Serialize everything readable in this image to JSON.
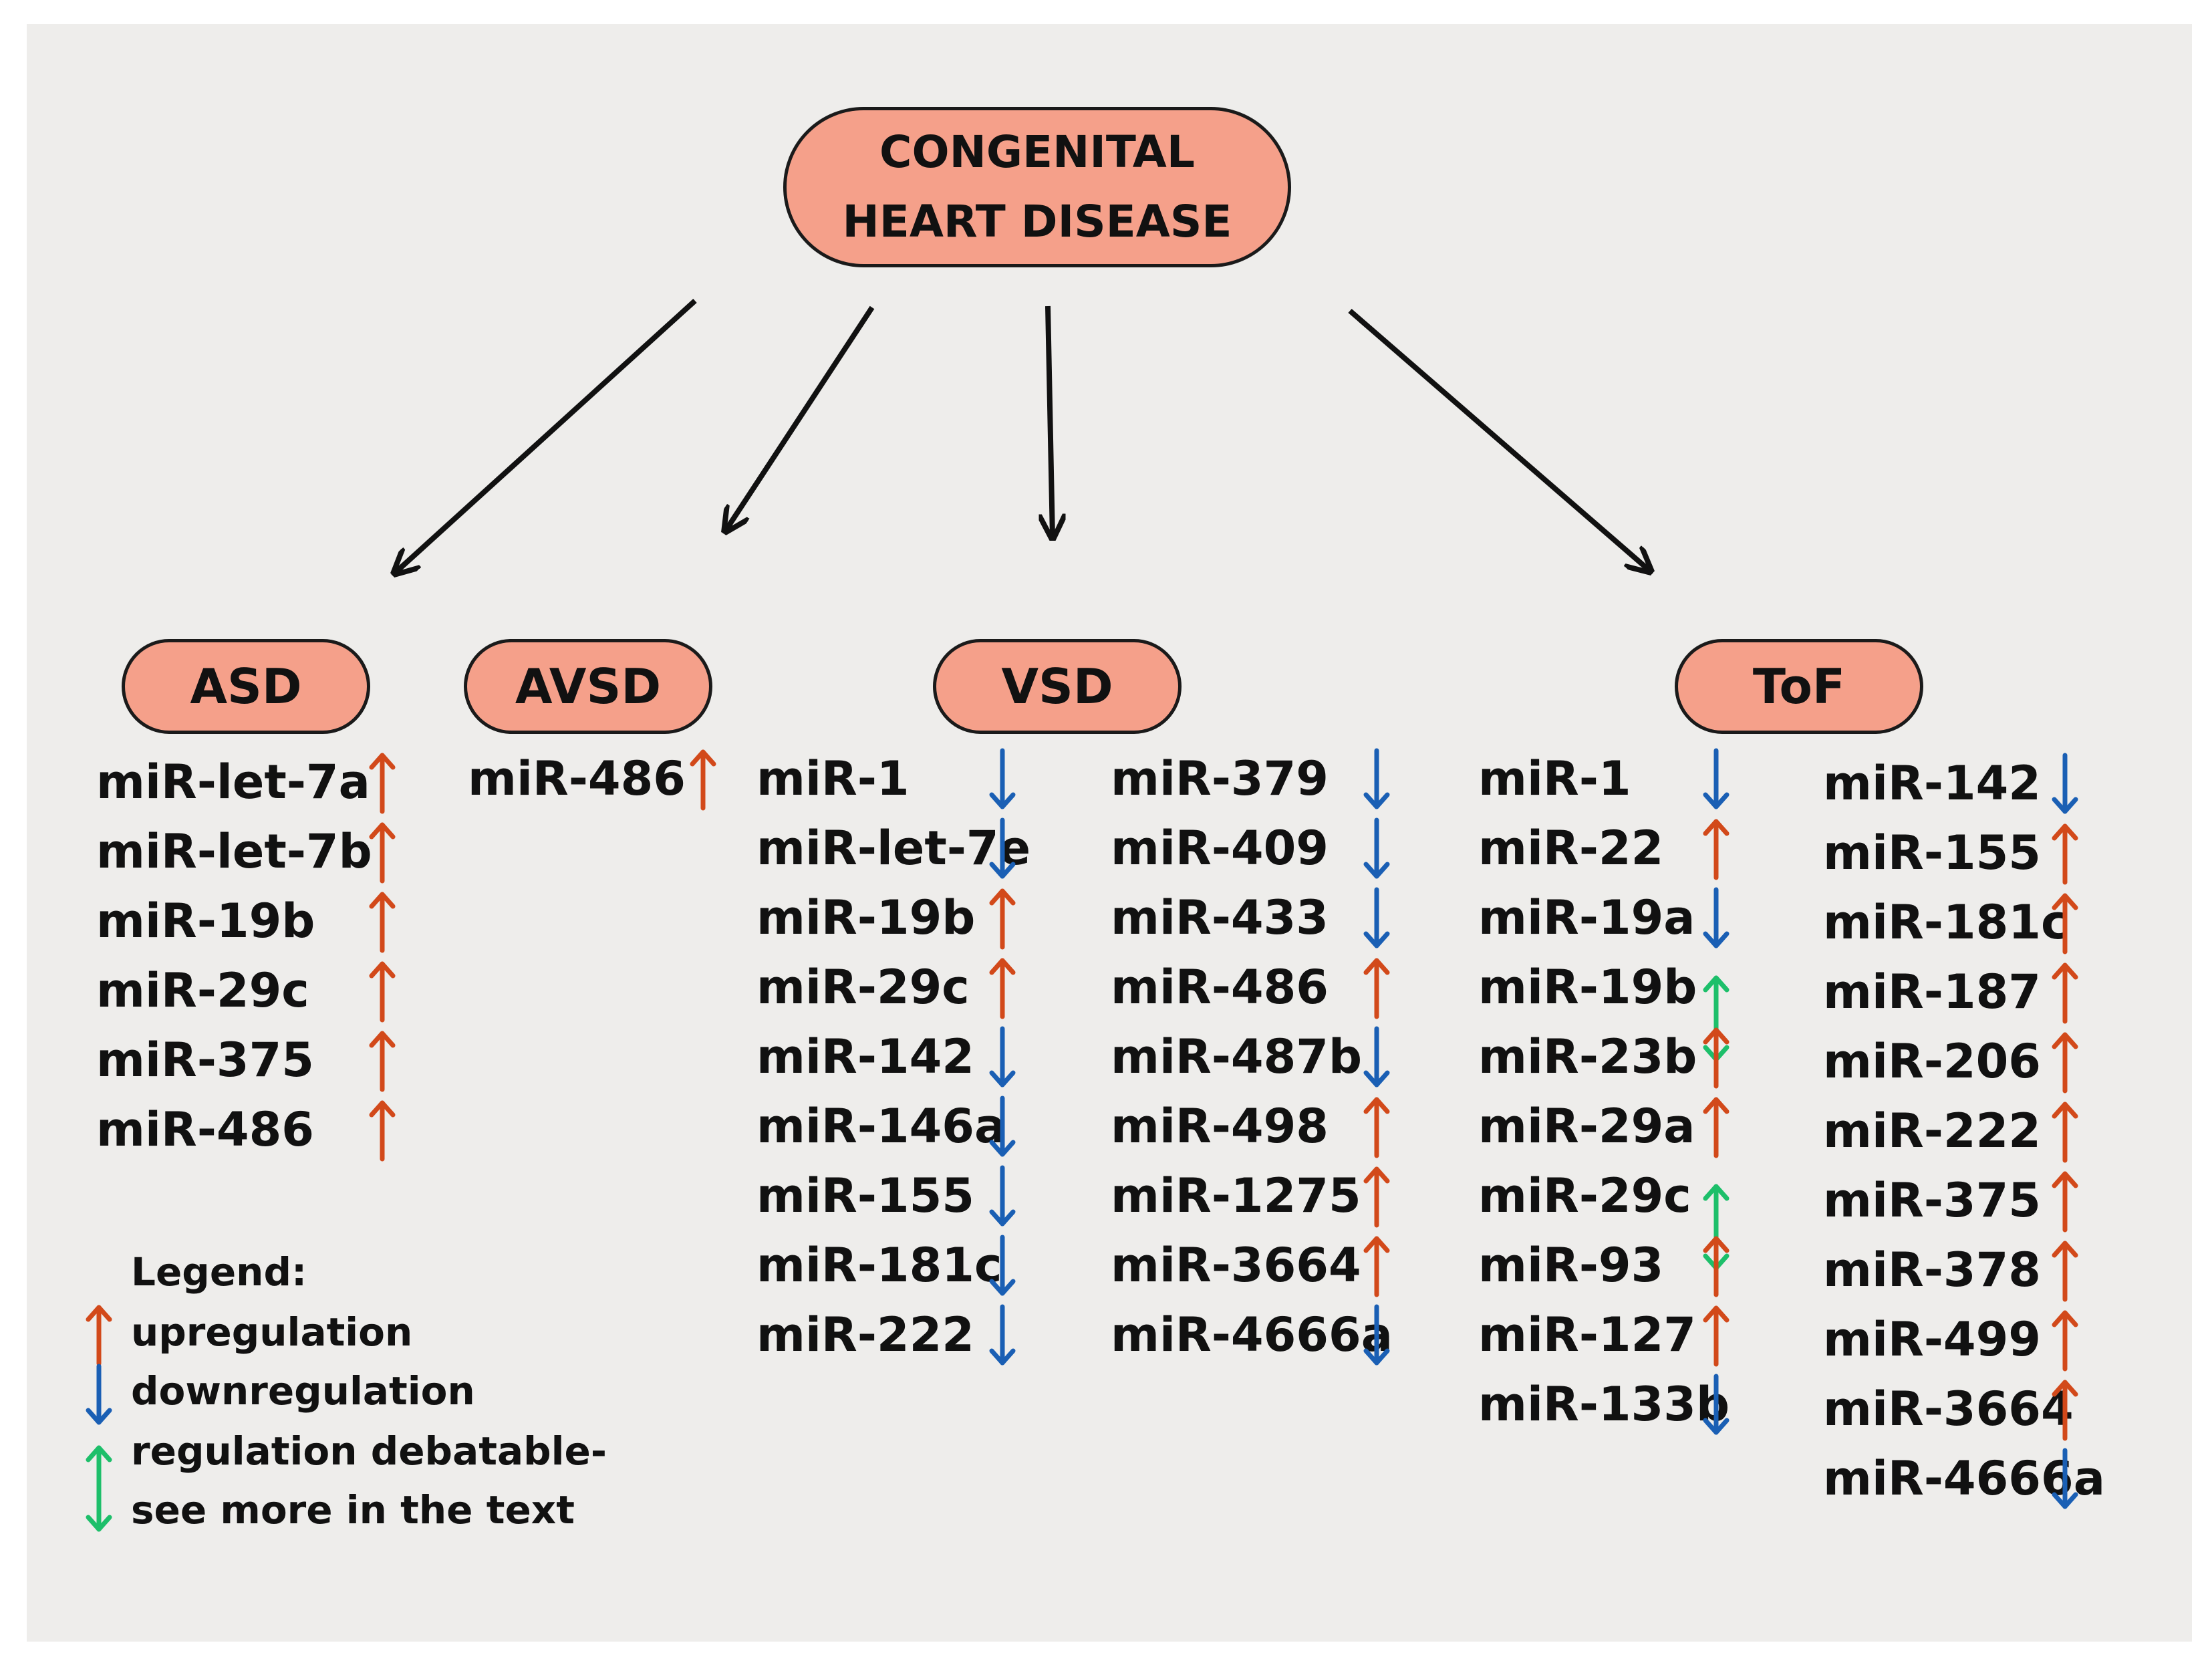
{
  "title_lines": [
    "CONGENITAL",
    "HEART DISEASE"
  ],
  "categories": [
    {
      "label": "ASD"
    },
    {
      "label": "AVSD"
    },
    {
      "label": "VSD"
    },
    {
      "label": "ToF"
    }
  ],
  "columns": [
    {
      "category": "ASD",
      "items": [
        {
          "name": "miR-let-7a",
          "reg": "up"
        },
        {
          "name": "miR-let-7b",
          "reg": "up"
        },
        {
          "name": "miR-19b",
          "reg": "up"
        },
        {
          "name": "miR-29c",
          "reg": "up"
        },
        {
          "name": "miR-375",
          "reg": "up"
        },
        {
          "name": "miR-486",
          "reg": "up"
        }
      ]
    },
    {
      "category": "AVSD",
      "items": [
        {
          "name": "miR-486",
          "reg": "up"
        }
      ]
    },
    {
      "category": "VSD",
      "items": [
        {
          "name": "miR-1",
          "reg": "down"
        },
        {
          "name": "miR-let-7e",
          "reg": "down"
        },
        {
          "name": "miR-19b",
          "reg": "up"
        },
        {
          "name": "miR-29c",
          "reg": "up"
        },
        {
          "name": "miR-142",
          "reg": "down"
        },
        {
          "name": "miR-146a",
          "reg": "down"
        },
        {
          "name": "miR-155",
          "reg": "down"
        },
        {
          "name": "miR-181c",
          "reg": "down"
        },
        {
          "name": "miR-222",
          "reg": "down"
        }
      ]
    },
    {
      "category": "VSD",
      "items": [
        {
          "name": "miR-379",
          "reg": "down"
        },
        {
          "name": "miR-409",
          "reg": "down"
        },
        {
          "name": "miR-433",
          "reg": "down"
        },
        {
          "name": "miR-486",
          "reg": "up"
        },
        {
          "name": "miR-487b",
          "reg": "down"
        },
        {
          "name": "miR-498",
          "reg": "up"
        },
        {
          "name": "miR-1275",
          "reg": "up"
        },
        {
          "name": "miR-3664",
          "reg": "up"
        },
        {
          "name": "miR-4666a",
          "reg": "down"
        }
      ]
    },
    {
      "category": "ToF",
      "items": [
        {
          "name": "miR-1",
          "reg": "down"
        },
        {
          "name": "miR-22",
          "reg": "up"
        },
        {
          "name": "miR-19a",
          "reg": "down"
        },
        {
          "name": "miR-19b",
          "reg": "debatable"
        },
        {
          "name": "miR-23b",
          "reg": "up"
        },
        {
          "name": "miR-29a",
          "reg": "up"
        },
        {
          "name": "miR-29c",
          "reg": "debatable"
        },
        {
          "name": "miR-93",
          "reg": "up"
        },
        {
          "name": "miR-127",
          "reg": "up"
        },
        {
          "name": "miR-133b",
          "reg": "down"
        }
      ]
    },
    {
      "category": "ToF",
      "items": [
        {
          "name": "miR-142",
          "reg": "down"
        },
        {
          "name": "miR-155",
          "reg": "up"
        },
        {
          "name": "miR-181c",
          "reg": "up"
        },
        {
          "name": "miR-187",
          "reg": "up"
        },
        {
          "name": "miR-206",
          "reg": "up"
        },
        {
          "name": "miR-222",
          "reg": "up"
        },
        {
          "name": "miR-375",
          "reg": "up"
        },
        {
          "name": "miR-378",
          "reg": "up"
        },
        {
          "name": "miR-499",
          "reg": "up"
        },
        {
          "name": "miR-3664",
          "reg": "up"
        },
        {
          "name": "miR-4666a",
          "reg": "down"
        }
      ]
    }
  ],
  "legend": {
    "title": "Legend:",
    "up_label": "upregulation",
    "down_label": "downregulation",
    "debatable_label_1": "regulation debatable-",
    "debatable_label_2": "see more in the text"
  },
  "colors": {
    "up": "#d2491a",
    "down": "#1a5fb4",
    "debatable": "#1dbf6a",
    "pill_fill": "#f5a08a",
    "background": "#eeedeb"
  }
}
